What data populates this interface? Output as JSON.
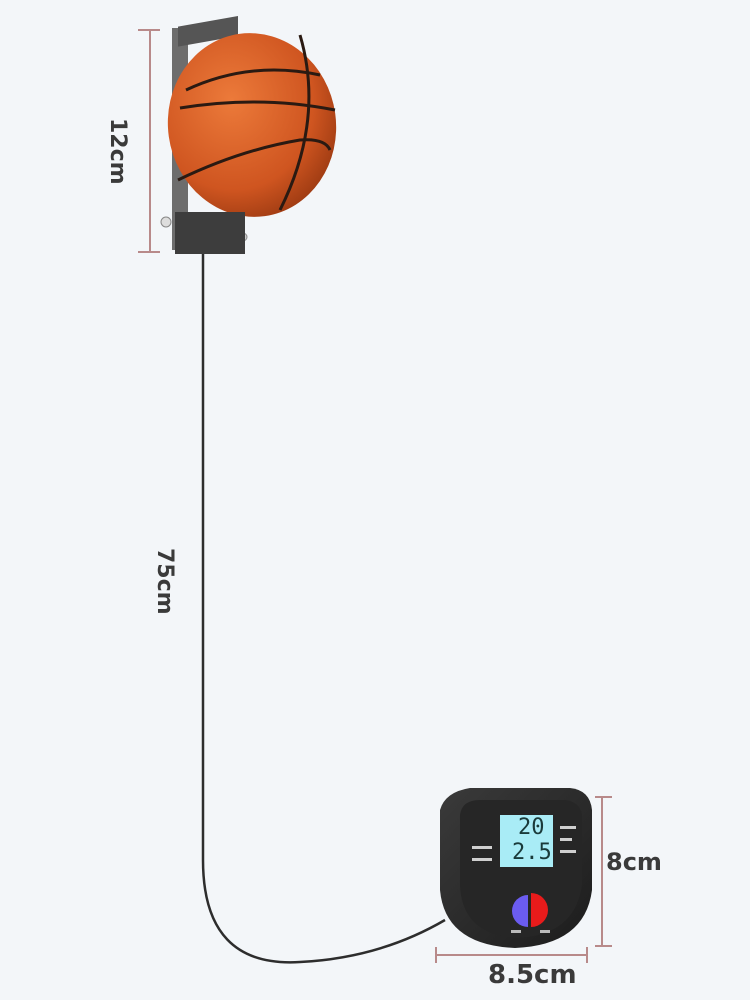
{
  "dimensions": {
    "mount_height": "12cm",
    "cable_length": "75cm",
    "counter_height": "8cm",
    "counter_width": "8.5cm"
  },
  "counter_display": {
    "top_value": "20",
    "bottom_value": "2.5"
  },
  "colors": {
    "background": "#f3f6f9",
    "dimension_line": "#b88a8a",
    "ball_orange": "#d4581f",
    "device_body": "#2b2b2b",
    "lcd": "#a9ecf6",
    "button_blue": "#6b5cf0",
    "button_red": "#e81b1b"
  }
}
